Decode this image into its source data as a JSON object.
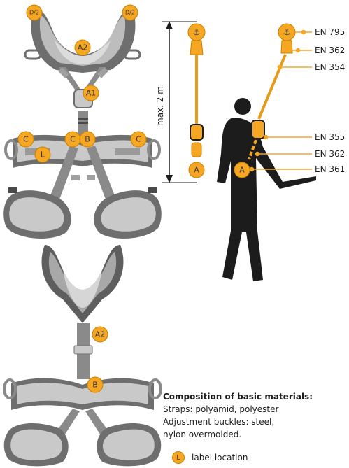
{
  "standards": [
    "EN 795",
    "EN 362",
    "EN 354",
    "EN 355",
    "EN 362",
    "EN 361"
  ],
  "max_label": "max. 2 m",
  "badges": {
    "top": [
      "D/2",
      "D/2",
      "A2",
      "A1",
      "C",
      "C",
      "B",
      "C",
      "L"
    ],
    "bottom": [
      "A2",
      "B"
    ],
    "lanyard": [
      "A",
      "A"
    ]
  },
  "composition": {
    "title": "Composition of basic materials:",
    "lines": [
      "Straps: polyamid, polyester",
      "Adjustment buckles: steel,",
      "nylon overmolded."
    ]
  },
  "legend": {
    "badge": "L",
    "text": "label location"
  },
  "colors": {
    "accent": "#f5a623",
    "harness_light": "#c9c9c9",
    "harness_dark": "#6e6e6e",
    "figure": "#1c1c1c"
  }
}
